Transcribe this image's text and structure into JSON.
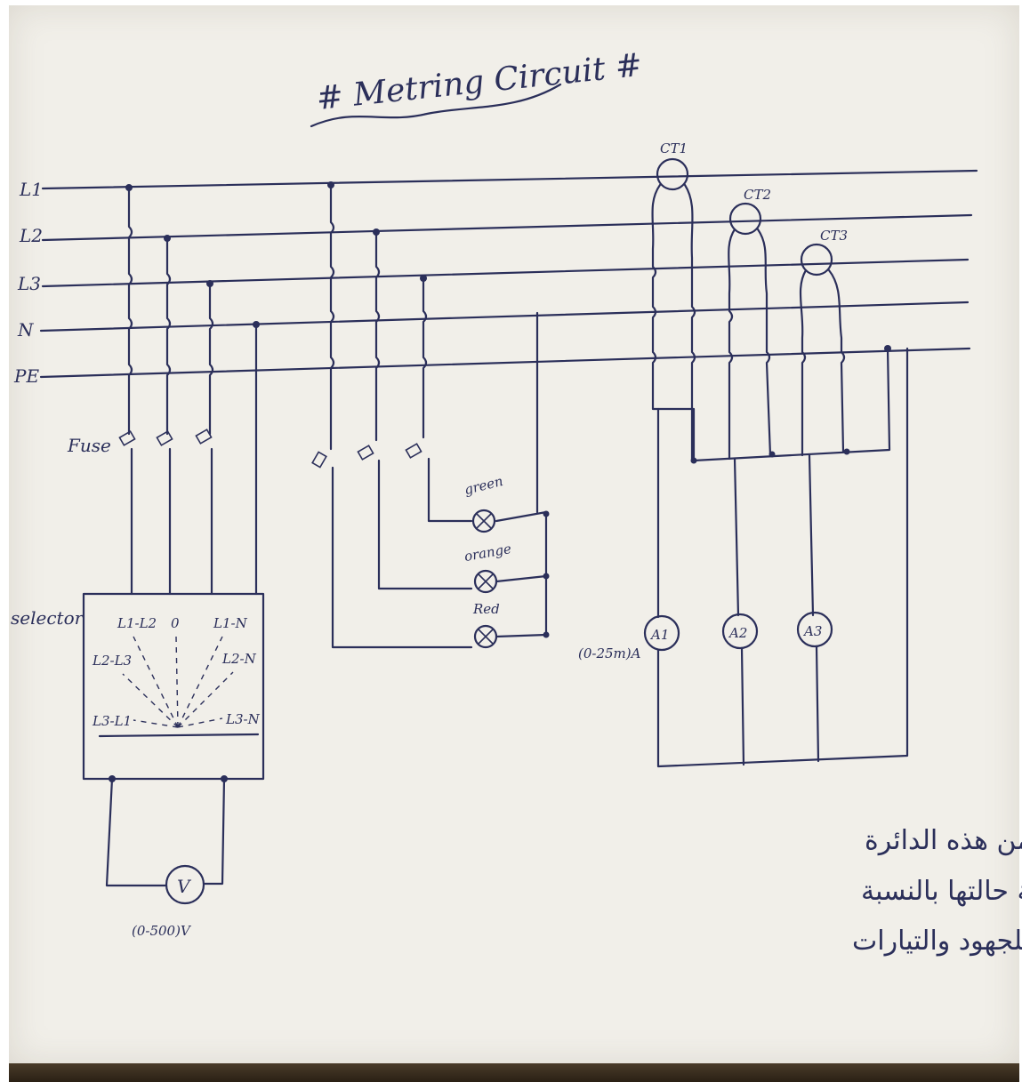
{
  "title": "# Metring Circuit #",
  "bus_labels": [
    "L1",
    "L2",
    "L3",
    "N",
    "PE"
  ],
  "fuse_label": "Fuse",
  "selector": {
    "label": "selector",
    "positions": [
      "L1-L2",
      "0",
      "L1-N",
      "L2-L3",
      "L2-N",
      "L3-L1",
      "L3-N"
    ]
  },
  "voltmeter": {
    "symbol": "V",
    "range": "(0-500)V"
  },
  "lamps": [
    "green",
    "orange",
    "Red"
  ],
  "current_transformers": [
    "CT1",
    "CT2",
    "CT3"
  ],
  "ammeters": [
    "A1",
    "A2",
    "A3"
  ],
  "ammeter_range": "(0-25m)A",
  "arabic_note": [
    "- الهدف من هذه الدائرة",
    "هو مراقبة الشبكة ومعرفة حالتها بالنسبة",
    "للجهود والتيارات"
  ],
  "colors": {
    "ink": "#2b2f5a",
    "paper": "#f1efe9"
  }
}
